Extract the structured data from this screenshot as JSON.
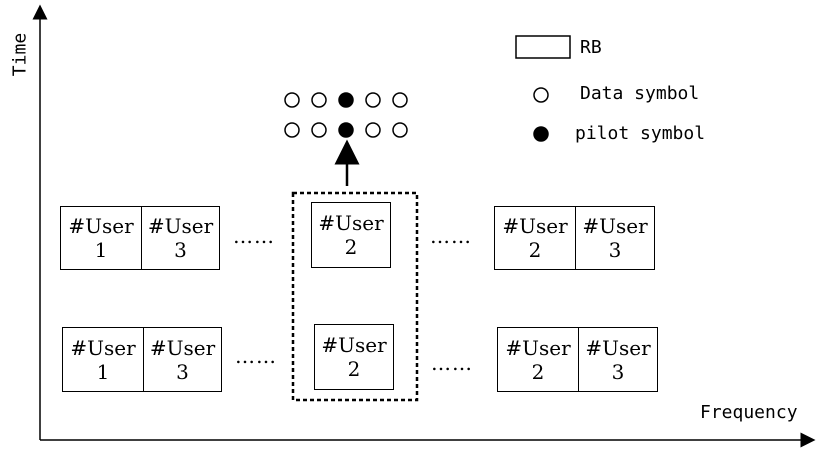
{
  "axes": {
    "y_label": "Time",
    "x_label": "Frequency"
  },
  "legend": {
    "rb": "RB",
    "data": "Data symbol",
    "pilot": "pilot symbol"
  },
  "ellipsis": "……",
  "blocks": {
    "top_left": {
      "a_name": "#User",
      "a_num": "1",
      "b_name": "#User",
      "b_num": "3"
    },
    "top_mid": {
      "a_name": "#User",
      "a_num": "2"
    },
    "top_right": {
      "a_name": "#User",
      "a_num": "2",
      "b_name": "#User",
      "b_num": "3"
    },
    "bot_left": {
      "a_name": "#User",
      "a_num": "1",
      "b_name": "#User",
      "b_num": "3"
    },
    "bot_mid": {
      "a_name": "#User",
      "a_num": "2"
    },
    "bot_right": {
      "a_name": "#User",
      "a_num": "2",
      "b_name": "#User",
      "b_num": "3"
    }
  },
  "symbol_grid": [
    [
      "data",
      "data",
      "pilot",
      "data",
      "data"
    ],
    [
      "data",
      "data",
      "pilot",
      "data",
      "data"
    ]
  ]
}
